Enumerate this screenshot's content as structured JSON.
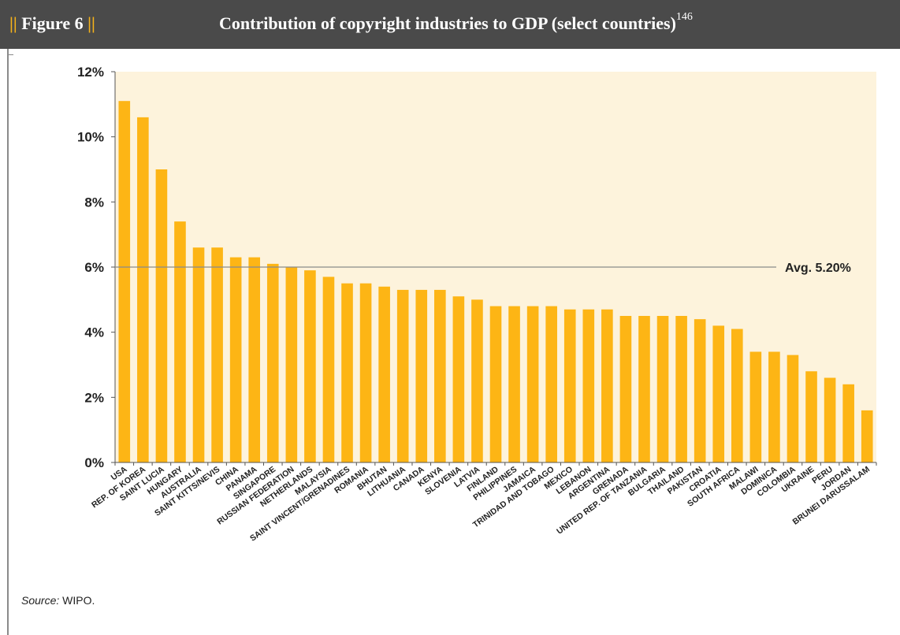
{
  "header": {
    "figure_bars_left": "||",
    "figure_label": "Figure 6",
    "figure_bars_right": "||",
    "title": "Contribution of copyright industries to GDP (select countries)",
    "title_footnote": "146"
  },
  "colors": {
    "header_bg": "#4a4a4a",
    "accent": "#f5b21b",
    "plot_bg": "#fdf3dc",
    "bar": "#fdb515"
  },
  "chart_data": {
    "type": "bar",
    "categories": [
      "USA",
      "REP. OF KOREA",
      "SAINT LUCIA",
      "HUNGARY",
      "AUSTRALIA",
      "SAINT KITTS/NEVIS",
      "CHINA",
      "PANAMA",
      "SINGAPORE",
      "RUSSIAN FEDERATION",
      "NETHERLANDS",
      "MALAYSIA",
      "SAINT VINCENT/GRENADINES",
      "ROMANIA",
      "BHUTAN",
      "LITHUANIA",
      "CANADA",
      "KENYA",
      "SLOVENIA",
      "LATVIA",
      "FINLAND",
      "PHILIPPINES",
      "JAMAICA",
      "TRINIDAD AND TOBAGO",
      "MEXICO",
      "LEBANON",
      "ARGENTINA",
      "GRENADA",
      "UNITED REP. OF TANZANIA",
      "BULGARIA",
      "THAILAND",
      "PAKISTAN",
      "CROATIA",
      "SOUTH AFRICA",
      "MALAWI",
      "DOMINICA",
      "COLOMBIA",
      "UKRAINE",
      "PERU",
      "JORDAN",
      "BRUNEI DARUSSALAM"
    ],
    "values": [
      11.1,
      10.6,
      9.0,
      7.4,
      6.6,
      6.6,
      6.3,
      6.3,
      6.1,
      6.0,
      5.9,
      5.7,
      5.5,
      5.5,
      5.4,
      5.3,
      5.3,
      5.3,
      5.1,
      5.0,
      4.8,
      4.8,
      4.8,
      4.8,
      4.7,
      4.7,
      4.7,
      4.5,
      4.5,
      4.5,
      4.5,
      4.4,
      4.2,
      4.1,
      3.4,
      3.4,
      3.3,
      2.8,
      2.6,
      2.4,
      1.6
    ],
    "ylim": [
      0,
      12
    ],
    "y_ticks": [
      0,
      2,
      4,
      6,
      8,
      10,
      12
    ],
    "y_tick_labels": [
      "0%",
      "2%",
      "4%",
      "6%",
      "8%",
      "10%",
      "12%"
    ],
    "reference_line": {
      "value": 6,
      "label": "Avg. 5.20%"
    },
    "grid": false
  },
  "source": {
    "prefix": "Source:",
    "text": " WIPO."
  }
}
